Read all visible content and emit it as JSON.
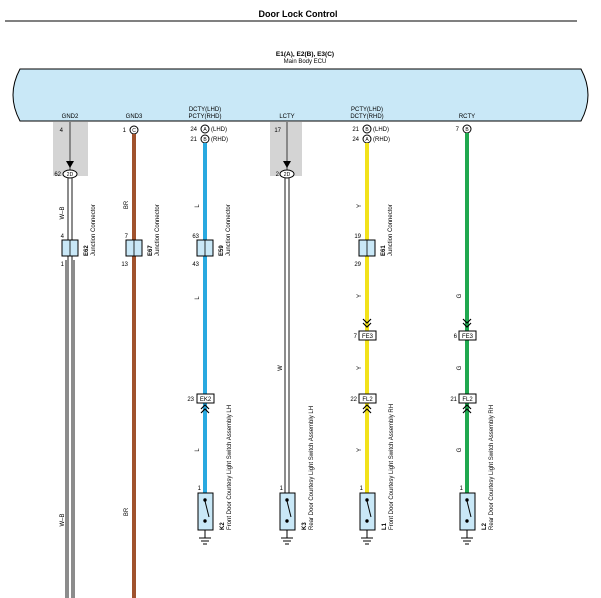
{
  "page": {
    "title": "Door Lock Control",
    "ecu_code": "E1(A), E2(B), E3(C)",
    "ecu_name": "Main Body ECU"
  },
  "colors": {
    "ecu_fill": "#c9e8f7",
    "shade": "#d4d4d4",
    "brown": "#a0522d",
    "blue": "#29a9e0",
    "yellow": "#f2e21a",
    "green": "#1fa84f",
    "box_fill": "#c9e8f7"
  },
  "circuits": [
    {
      "id": "gnd2",
      "label": "GND2"
    },
    {
      "id": "gnd3",
      "label": "GND3"
    },
    {
      "id": "dcty",
      "label1": "DCTY(LHD)",
      "label2": "PCTY(RHD)"
    },
    {
      "id": "lcty",
      "label": "LCTY"
    },
    {
      "id": "pcty",
      "label1": "PCTY(LHD)",
      "label2": "DCTY(RHD)"
    },
    {
      "id": "rcty",
      "label": "RCTY"
    }
  ],
  "pins": {
    "gnd2_top": "4",
    "gnd2_2d": "62",
    "gnd2_e62_top": "4",
    "gnd2_e62_bot": "1",
    "gnd3_top": "1",
    "gnd3_e67_top": "7",
    "gnd3_e67_bot": "13",
    "dcty_lhd_pin": "24",
    "dcty_rhd_pin": "21",
    "dcty_e59_top": "63",
    "dcty_e59_bot": "43",
    "dcty_ek2": "23",
    "dcty_sw": "1",
    "lcty_top": "17",
    "lcty_2d": "2",
    "lcty_sw": "1",
    "pcty_lhd_pin": "21",
    "pcty_rhd_pin": "24",
    "pcty_e61_top": "19",
    "pcty_e61_bot": "29",
    "pcty_fe3": "7",
    "pcty_fl2": "22",
    "pcty_sw": "1",
    "rcty_top": "7",
    "rcty_fe3": "6",
    "rcty_fl2": "21",
    "rcty_sw": "1"
  },
  "connector_letters": {
    "a": "A",
    "b": "B",
    "c": "C",
    "two_d": "2D"
  },
  "wire_colors": {
    "gnd2": "W–B",
    "gnd3": "BR",
    "dcty": "L",
    "lcty": "W",
    "pcty": "Y",
    "rcty": "G"
  },
  "junctions": {
    "e62": {
      "code": "E62",
      "name": "Junction Connector"
    },
    "e67": {
      "code": "E67",
      "name": "Junction Connector"
    },
    "e59": {
      "code": "E59",
      "name": "Junction Connector"
    },
    "e61": {
      "code": "E61",
      "name": "Junction Connector"
    }
  },
  "inline_connectors": {
    "ek2": "EK2",
    "fe3": "FE3",
    "fl2": "FL2"
  },
  "switches": {
    "k2": {
      "code": "K2",
      "name": "Front Door Courtesy Light Switch Assembly LH"
    },
    "k3": {
      "code": "K3",
      "name": "Rear Door Courtesy Light Switch Assembly LH"
    },
    "l1": {
      "code": "L1",
      "name": "Front Door Courtesy Light Switch Assembly RH"
    },
    "l2": {
      "code": "L2",
      "name": "Rear Door Courtesy Light Switch Assembly RH"
    }
  },
  "variant": {
    "lhd": "(LHD)",
    "rhd": "(RHD)"
  }
}
